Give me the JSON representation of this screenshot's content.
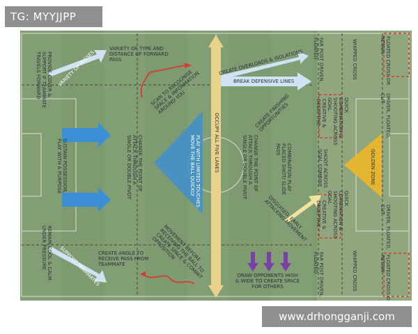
{
  "header": {
    "tag": "TG: MYYJJPP"
  },
  "footer": {
    "watermark": "www.drhongganji.com"
  },
  "colors": {
    "pitch": "#7e9a70",
    "arrow_blue": "#3b8fd4",
    "arrow_light": "#cfe3f2",
    "lane_yellow": "#ead28a",
    "red_line": "#d83a2e",
    "purple": "#7b3fa8",
    "triangle_blue": "#3f8fce",
    "triangle_gold": "#e9b52c"
  },
  "labels": {
    "provide_cover": [
      "PROVIDE COVER &",
      "SUPPORT IF TEAMMATE",
      "TRAVELS FORWARD"
    ],
    "sustain": [
      "SUSTAIN POSSESSION,",
      "PLAY WITH A PURPOSE"
    ],
    "remain_cool": [
      "REMAIN COOL & CALM",
      "UNDER PRESSURE"
    ],
    "variety_passes": "VARIETY OF PASSES",
    "variety_type": [
      "VARIETY OF TYPE AND",
      "DISTANCE OF FORWARD",
      "PASS"
    ],
    "scan": [
      "SCAN TO RECOGNISE",
      "SPACE & INFORMATION",
      "AROUND YOU"
    ],
    "change_point_1": [
      "CHANGE THE POINT OF",
      "ATTACK THROUGH A",
      "SINGLE OR DOUBLE PIVOT"
    ],
    "play_limited": [
      "PLAY WITH LIMITED TOUCHES",
      "MOVE THE BALL QUICKLY"
    ],
    "movement_before": [
      "MOVEMENT BEFORE",
      "RECEIVING THE BALL TO",
      "CREATE SPACE & COMMIT",
      "OPPOSITION"
    ],
    "support_teammates": "SUPPORT TEAMMATES",
    "create_angle": [
      "CREATE ANGLE TO",
      "RECEIVE PASS FROM",
      "TEAMMATE"
    ],
    "occupy_lanes": "OCCUPY ALL FIVE LANES",
    "create_overloads": "CREATE OVERLOADS & ISOLATIONS",
    "break_lines": "BREAK DEFENSIVE LINES",
    "finishing": [
      "CREATE FINISHING",
      "OPPORTUNITIES"
    ],
    "change_point_2": [
      "CHANGE THE POINT OF",
      "ATTACK THROUGH A",
      "SINGLE OR DOUBLE PIVOT"
    ],
    "combination_play": [
      "COMBINATION PLAY",
      "PLACED SHOT/ SLIDE",
      "PASS"
    ],
    "disguised": [
      "DISGUISED, EARLY",
      "ATTACKING MOVEMENT"
    ],
    "draw_opponents": [
      "DRAW OPPONENTS HIGH",
      "& WIDE TO CREATE SPACE",
      "FOR OTHERS"
    ],
    "far_post_top": [
      "FAR POST DRIVEN,",
      "FLOATED"
    ],
    "creative_top": [
      "CREATIVE &",
      "DECEPTIVE"
    ],
    "shoot_across": [
      "SHOOT ACROSS",
      "GOAL COMBINE"
    ],
    "creative_bottom": [
      "CREATIVE &",
      "DECEPTIVE"
    ],
    "far_post_bottom": [
      "FAR POST DRIVEN,",
      "FLOATED"
    ],
    "whipped_top": "WHIPPED CROSS",
    "quick_top": [
      "QUICK",
      "COMBINATION &",
      "SHOOTING ACROSS",
      "GOAL"
    ],
    "quick_bottom": [
      "QUICK",
      "COMBINATION &",
      "SHOOTING ACROSS",
      "GOAL"
    ],
    "whipped_bottom": "WHIPPED CROSS",
    "floated_top": [
      "FLOATED CROSS OR",
      "RETAIN"
    ],
    "driven_top": [
      "DRIVEN, FLOATED,",
      "CUT"
    ],
    "golden_zone": "GOLDEN ZONE",
    "driven_bottom": [
      "DRIVEN, FLOATED,",
      "CUT"
    ],
    "floated_bottom": [
      "FLOATED CROSS OR",
      "RETAIN"
    ]
  }
}
